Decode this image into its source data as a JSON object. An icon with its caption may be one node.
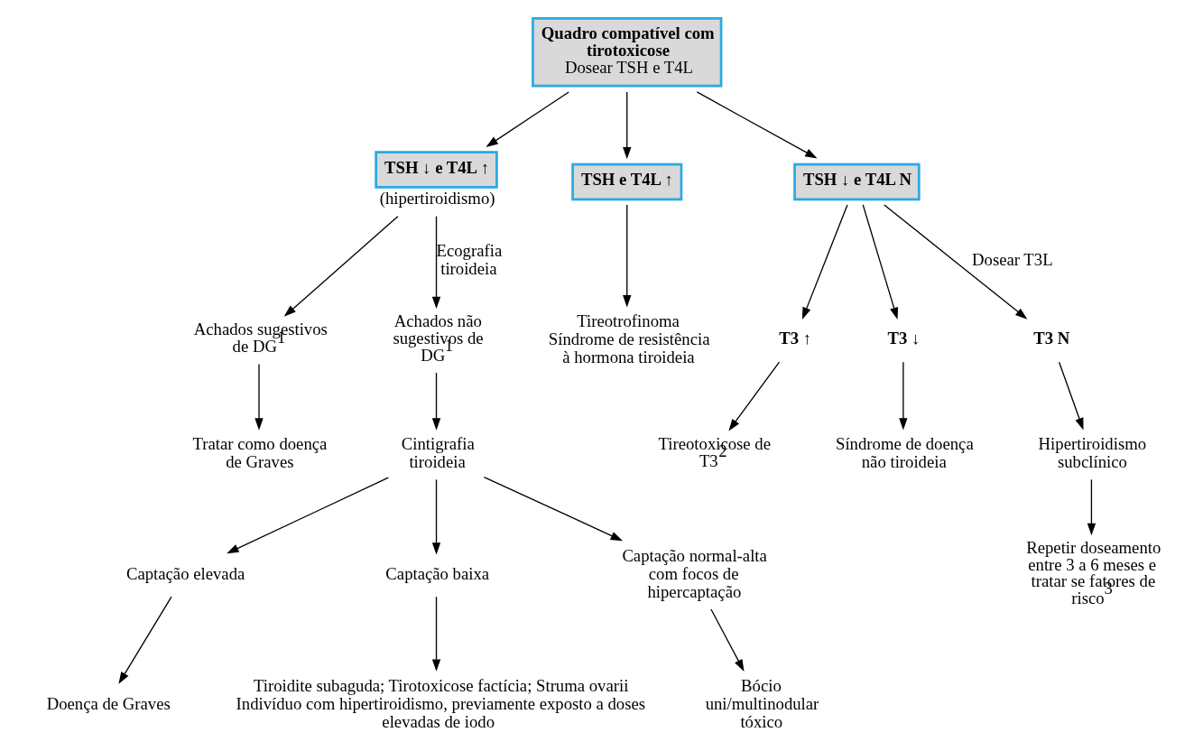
{
  "diagram": {
    "nodes": [
      {
        "text": [
          "Quadro compatível com tirotoxicose",
          "Dosear TSH e T4L"
        ]
      },
      {
        "text": [
          "TSH ↓ e T4L ↑"
        ],
        "beside": [
          "(hipertiroidismo)"
        ]
      },
      {
        "text": [
          "TSH e T4L ↑"
        ]
      },
      {
        "text": [
          "TSH ↓ e T4L N"
        ]
      },
      {
        "text": [
          "Achados sugestivos de DG$^{1}$"
        ]
      },
      {
        "text": [
          "Achados não sugestivos de DG$^{1}$"
        ]
      },
      {
        "text": [
          "Tratar como doença de Graves"
        ]
      },
      {
        "text": [
          "Cintigrafia tiroideia"
        ]
      },
      {
        "text": [
          "Captação elevada"
        ]
      },
      {
        "text": [
          "Captação baixa"
        ]
      },
      {
        "text": [
          "Captação normal-alta com focos de hipercaptação"
        ]
      },
      {
        "text": [
          "Doença de Graves"
        ]
      },
      {
        "text": [
          "Tiroidite subaguda; Tirotoxicose factícia; Struma ovarii",
          "Indivíduo com hipertiroidismo, previamente exposto a doses elevadas de iodo"
        ]
      },
      {
        "text": [
          "Bócio uni/multinodular tóxico"
        ]
      },
      {
        "text": [
          "Tireotrofinoma",
          "Síndrome de resistência à hormona tiroideia"
        ]
      },
      {
        "text": [
          "T3 ↑"
        ]
      },
      {
        "text": [
          "T3 ↓"
        ]
      },
      {
        "text": [
          "T3 N"
        ]
      },
      {
        "text": [
          "Tireotoxicose de T3$^{2}$"
        ]
      },
      {
        "text": [
          "Síndrome de doença não tiroideia"
        ]
      },
      {
        "text": [
          "Hipertiroidismo subclínico"
        ]
      },
      {
        "text": [
          "Repetir doseamento entre 3 a 6 meses e tratar se fatores de risco$^{3}$"
        ]
      }
    ],
    "edges": [
      {
        "from": 0,
        "to": 1,
        "arrow": "to"
      },
      {
        "from": 0,
        "to": 2,
        "arrow": "to"
      },
      {
        "from": 0,
        "to": 3,
        "arrow": "to"
      },
      {
        "from": 1,
        "to": 4,
        "arrow": "to"
      },
      {
        "from": 1,
        "to": 5,
        "arrow": "to",
        "label": "Ecografia tiroideia"
      },
      {
        "from": 2,
        "to": 14,
        "arrow": "to"
      },
      {
        "from": 3,
        "to": 15,
        "arrow": "to"
      },
      {
        "from": 3,
        "to": 16,
        "arrow": "to"
      },
      {
        "from": 3,
        "to": 17,
        "arrow": "to",
        "label": "Dosear T3L"
      },
      {
        "from": 4,
        "to": 6,
        "arrow": "to"
      },
      {
        "from": 5,
        "to": 7,
        "arrow": "to"
      },
      {
        "from": 7,
        "to": 8,
        "arrow": "to"
      },
      {
        "from": 7,
        "to": 9,
        "arrow": "to"
      },
      {
        "from": 7,
        "to": 10,
        "arrow": "to"
      },
      {
        "from": 8,
        "to": 11,
        "arrow": "to"
      },
      {
        "from": 9,
        "to": 12,
        "arrow": "to"
      },
      {
        "from": 10,
        "to": 13,
        "arrow": "to"
      },
      {
        "from": 15,
        "to": 18,
        "arrow": "to"
      },
      {
        "from": 16,
        "to": 19,
        "arrow": "to"
      },
      {
        "from": 17,
        "to": 20,
        "arrow": "to"
      },
      {
        "from": 20,
        "to": 21,
        "arrow": "to"
      }
    ]
  }
}
